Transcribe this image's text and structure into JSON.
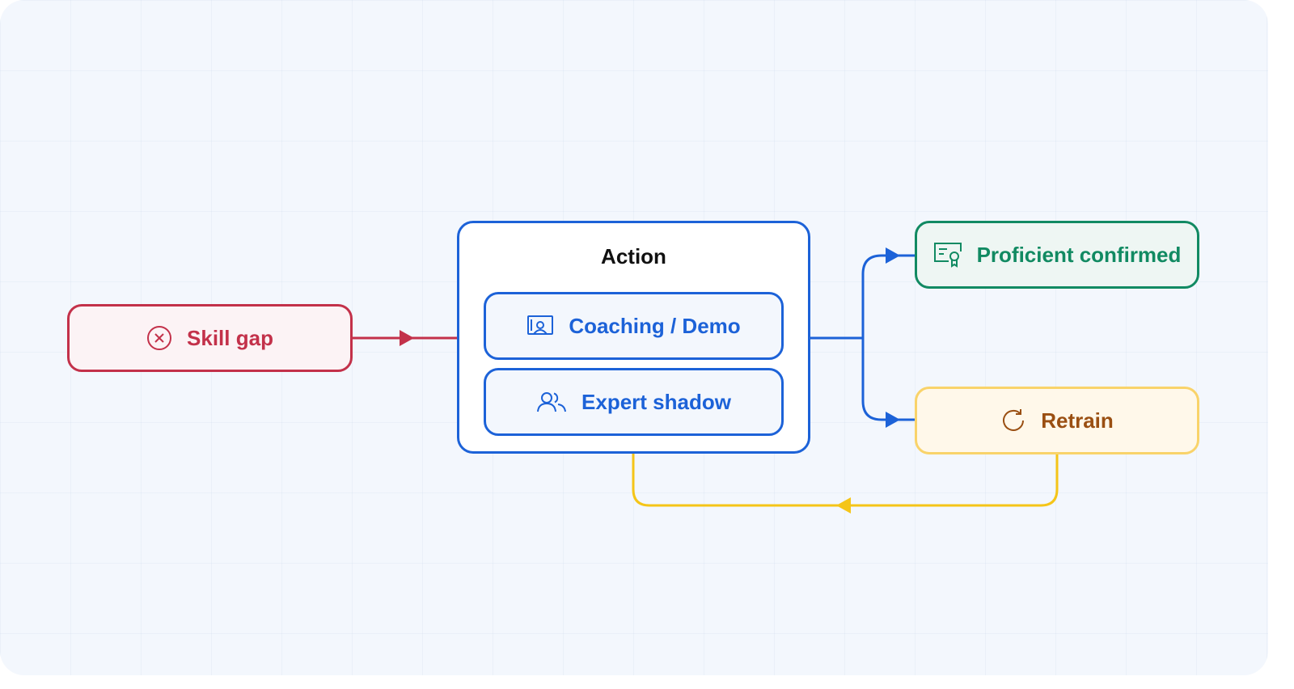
{
  "nodes": {
    "skill_gap": {
      "label": "Skill gap",
      "icon": "x-circle-icon",
      "color": "#c3314a"
    },
    "action": {
      "title": "Action",
      "color": "#1c62d8",
      "items": [
        {
          "label": "Coaching / Demo",
          "icon": "presentation-icon"
        },
        {
          "label": "Expert shadow",
          "icon": "users-icon"
        }
      ]
    },
    "proficient": {
      "label": "Proficient confirmed",
      "icon": "certificate-icon",
      "color": "#118a62"
    },
    "retrain": {
      "label": "Retrain",
      "icon": "refresh-icon",
      "color": "#9a4f12"
    }
  },
  "edges": [
    {
      "from": "Skill gap",
      "to": "Action",
      "color": "#c3314a"
    },
    {
      "from": "Action",
      "to": "Proficient confirmed",
      "color": "#1c62d8"
    },
    {
      "from": "Action",
      "to": "Retrain",
      "color": "#1c62d8"
    },
    {
      "from": "Retrain",
      "to": "Action",
      "color": "#f5c518"
    }
  ]
}
